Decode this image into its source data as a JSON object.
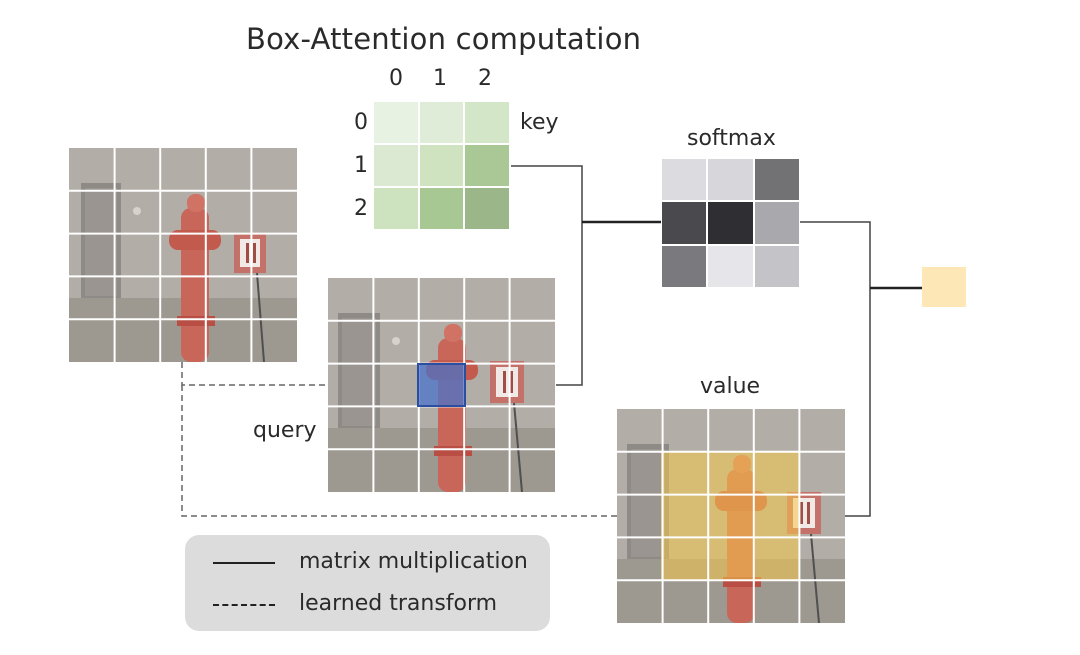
{
  "title": "Box-Attention computation",
  "key": {
    "label": "key",
    "col_indices": [
      "0",
      "1",
      "2"
    ],
    "row_indices": [
      "0",
      "1",
      "2"
    ],
    "cell_colors": [
      [
        "#e8f2e2",
        "#dfecd8",
        "#d4e6c8"
      ],
      [
        "#dbe9d2",
        "#cfe3c1",
        "#a9c896"
      ],
      [
        "#cde2be",
        "#a7c893",
        "#9bb78a"
      ]
    ]
  },
  "softmax": {
    "label": "softmax",
    "cell_colors": [
      [
        "#dcdce0",
        "#d7d7db",
        "#727275"
      ],
      [
        "#4a494e",
        "#2f2f33",
        "#a9a9ad"
      ],
      [
        "#7a797d",
        "#e6e6ea",
        "#c4c4c8"
      ]
    ]
  },
  "query": {
    "label": "query"
  },
  "value": {
    "label": "value"
  },
  "output": {
    "color": "#fde7b6"
  },
  "legend": {
    "solid_label": "matrix multiplication",
    "dashed_label": "learned transform"
  }
}
